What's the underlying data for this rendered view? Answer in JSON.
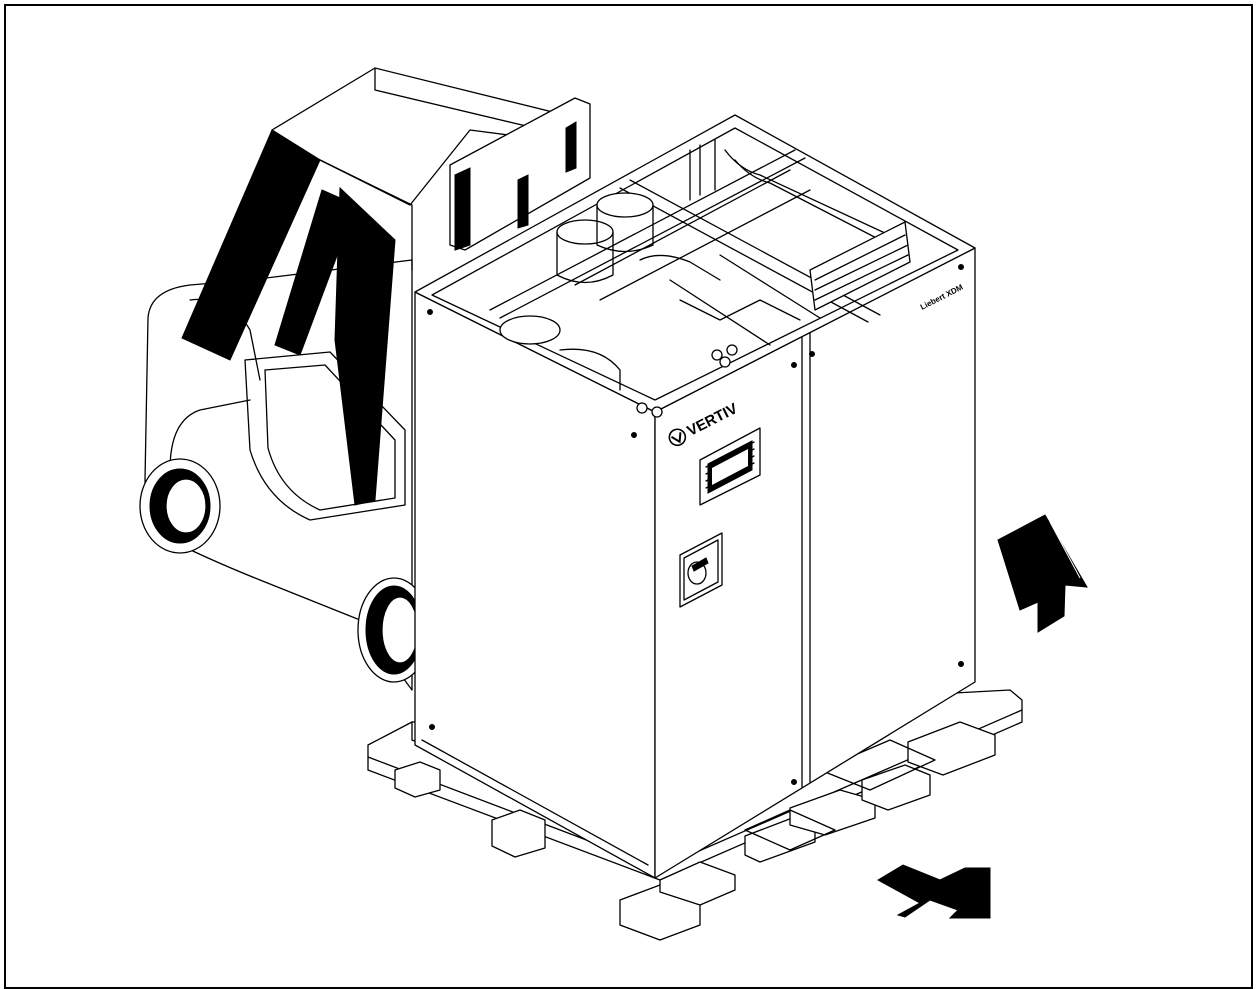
{
  "figure": {
    "brand_label": "VERTIV",
    "model_label": "Liebert XDM",
    "colors": {
      "ink": "#000000",
      "paper": "#ffffff"
    },
    "arrows": {
      "lift": "arrow-up",
      "move": "arrow-right-down"
    }
  }
}
